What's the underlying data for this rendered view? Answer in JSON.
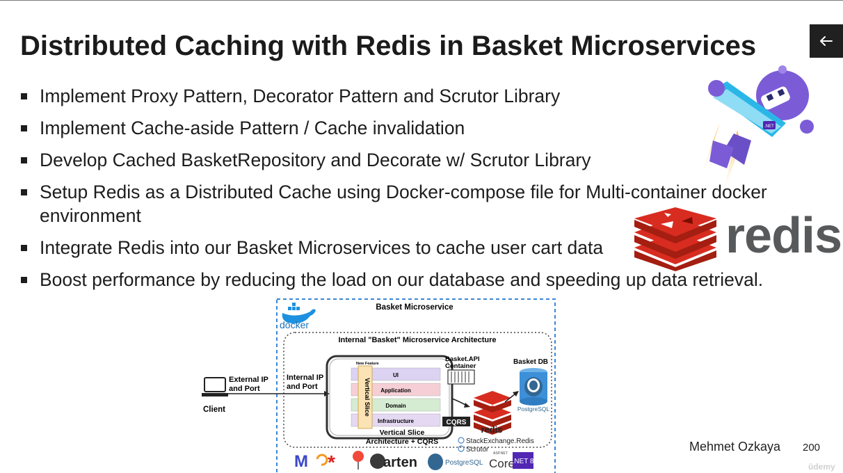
{
  "slide": {
    "title": "Distributed Caching with Redis in Basket Microservices",
    "bullets": [
      "Implement Proxy Pattern, Decorator Pattern and Scrutor Library",
      "Implement Cache-aside Pattern / Cache invalidation",
      "Develop Cached BasketRepository and Decorate w/ Scrutor Library",
      "Setup Redis as a Distributed Cache using Docker-compose file for Multi-container docker environment",
      "Integrate Redis into our Basket Microservices to cache user cart data",
      "Boost performance by reducing the load on our database and speeding up data retrieval."
    ],
    "author": "Mehmet Ozkaya",
    "page_number": "200",
    "watermark": "ūdemy"
  },
  "logos": {
    "redis_word": "redis",
    "robot_badge": ".NET"
  },
  "diagram": {
    "outer_title": "Basket Microservice",
    "docker_label": "docker",
    "inner_title": "Internal \"Basket\" Microservice Architecture",
    "client_label": "Client",
    "external_ip": [
      "External IP",
      "and Port"
    ],
    "internal_ip": [
      "Internal IP",
      "and Port"
    ],
    "new_feature": "New Feature",
    "vertical_slice_label": "Vertical Slice",
    "layers": [
      "UI",
      "Application",
      "Domain",
      "Infrastructure"
    ],
    "container_label": [
      "Basket.API",
      "Container"
    ],
    "cqrs": "CQRS",
    "arch_caption": [
      "Vertical Slice",
      "Architecture + CQRS"
    ],
    "db_title": "Basket DB",
    "postgres_label": "PostgreSQL",
    "redis_label": "redis",
    "libs": [
      "StackExchange.Redis",
      "Scrutor"
    ],
    "tech_strip": [
      "arten",
      "PostgreSQL",
      "ASP.NET",
      "Core",
      ".NET 8"
    ]
  },
  "colors": {
    "dashed_border": "#3a86d4",
    "redis_red": "#d82c20",
    "layer_ui": "#dcd3f3",
    "layer_app": "#f6cfd6",
    "layer_domain": "#d5ecd3",
    "layer_infra": "#e4d8f2",
    "vertical_slice": "#fbe3b5"
  }
}
